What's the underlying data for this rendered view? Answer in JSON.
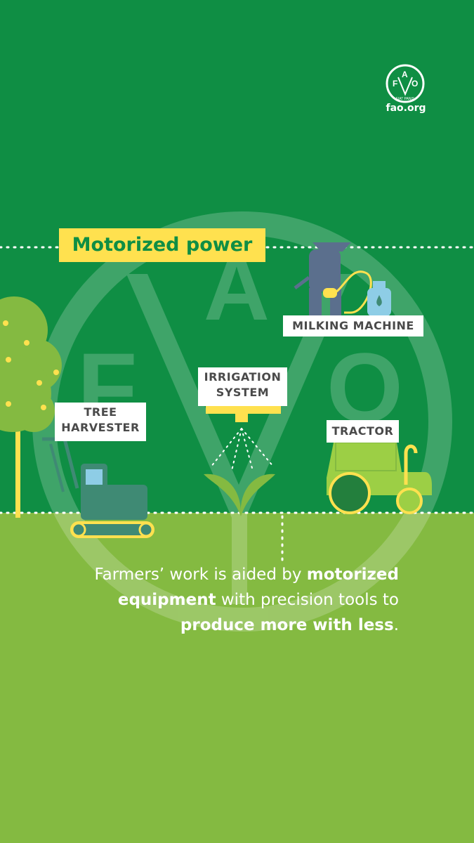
{
  "brand": {
    "url": "fao.org",
    "logo_letters": [
      "F",
      "A",
      "O"
    ],
    "logo_motto": "FIAT PANIS"
  },
  "headline": "Motorized power",
  "labels": {
    "milking_machine": "MILKING MACHINE",
    "irrigation_line1": "IRRIGATION",
    "irrigation_line2": "SYSTEM",
    "tree_line1": "TREE",
    "tree_line2": "HARVESTER",
    "tractor": "TRACTOR"
  },
  "caption": {
    "part1": "Farmers’ work is aided by ",
    "bold1": "motorized equipment",
    "part2": " with precision tools to ",
    "bold2": "produce more with less",
    "part3": "."
  },
  "colors": {
    "sky": "#0f8e44",
    "ground": "#84ba41",
    "accent_yellow": "#ffe14f",
    "tractor": "#9ccf45",
    "harvester": "#3f8a74"
  }
}
